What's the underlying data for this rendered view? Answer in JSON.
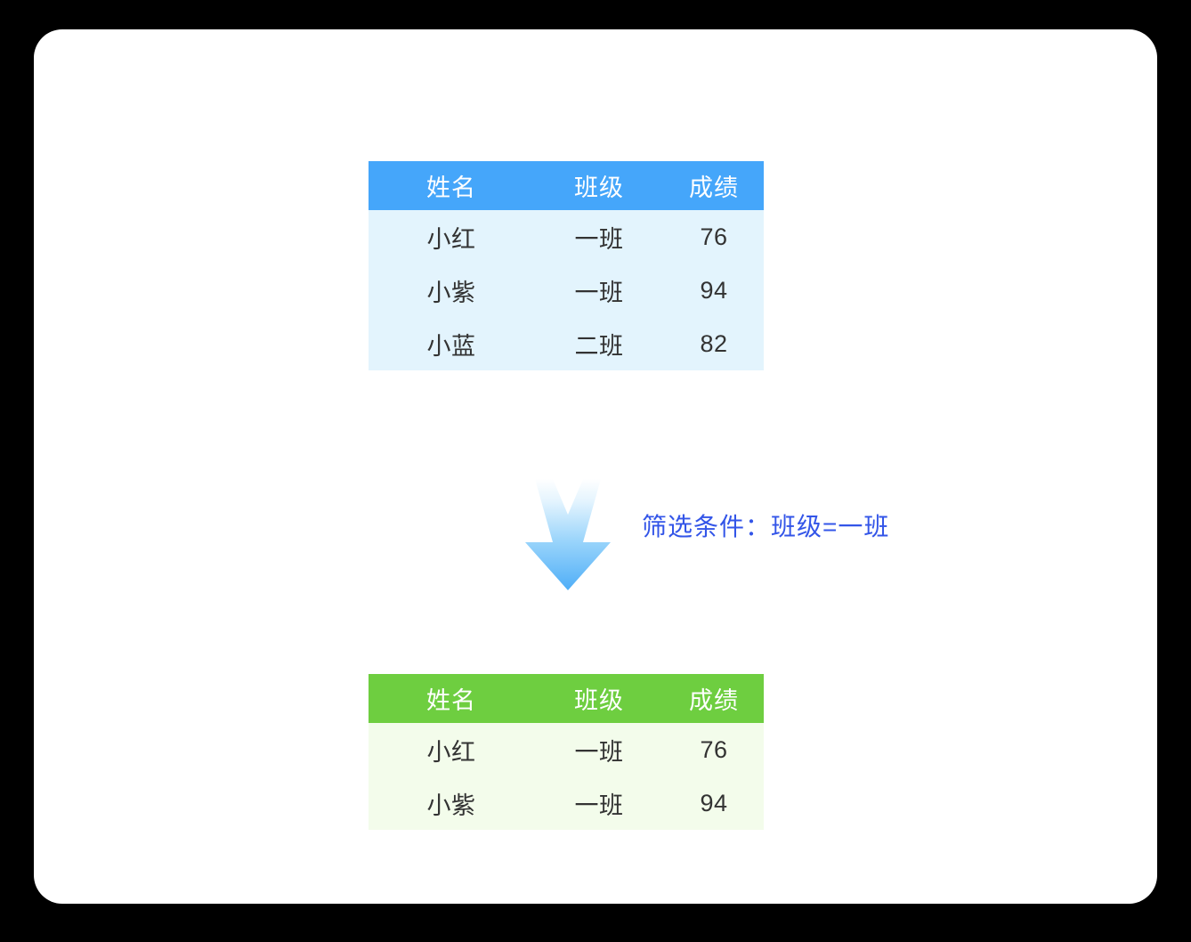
{
  "background_color": "#000000",
  "card_color": "#ffffff",
  "colors": {
    "source_header": "#45A6FA",
    "source_body": "#E3F4FD",
    "result_header": "#6ECE40",
    "result_body": "#F3FCEB",
    "highlight_text": "#3355E8",
    "normal_text": "#333333",
    "arrow_top": "#FFFFFF",
    "arrow_bottom": "#4FB0F7"
  },
  "source_table": {
    "headers": [
      "姓名",
      "班级",
      "成绩"
    ],
    "rows": [
      {
        "name": "小红",
        "class": "一班",
        "score": "76",
        "match": true
      },
      {
        "name": "小紫",
        "class": "一班",
        "score": "94",
        "match": true
      },
      {
        "name": "小蓝",
        "class": "二班",
        "score": "82",
        "match": false
      }
    ]
  },
  "filter": {
    "label": "筛选条件：班级=一班",
    "arrow_icon": "down-arrow-icon"
  },
  "result_table": {
    "headers": [
      "姓名",
      "班级",
      "成绩"
    ],
    "rows": [
      {
        "name": "小红",
        "class": "一班",
        "score": "76",
        "match": true
      },
      {
        "name": "小紫",
        "class": "一班",
        "score": "94",
        "match": true
      }
    ]
  }
}
